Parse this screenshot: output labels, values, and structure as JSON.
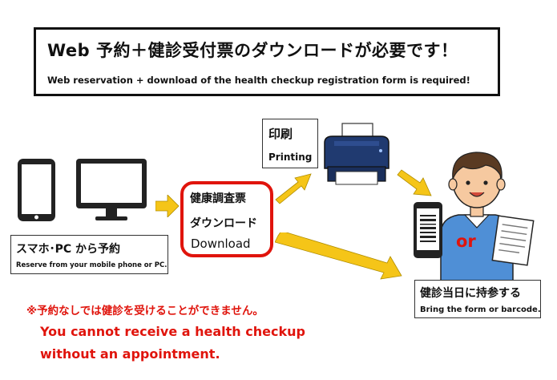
{
  "title": {
    "jp": "Web 予約＋健診受付票のダウンロードが必要です！",
    "en": "Web reservation + download of the health checkup registration form is required!"
  },
  "steps": {
    "reserve": {
      "jp": "スマホ･PC から予約",
      "en": "Reserve from your mobile phone or PC."
    },
    "download": {
      "line1": "健康調査票",
      "line2": "ダウンロード",
      "line3": "Download"
    },
    "print": {
      "jp": "印刷",
      "en": "Printing"
    },
    "bring": {
      "jp": "健診当日に持参する",
      "en": "Bring the form or barcode."
    }
  },
  "or_label": "or",
  "notice": {
    "jp": "※予約なしでは健診を受けることができません。",
    "en_line1": "You cannot receive a health checkup",
    "en_line2": "without an appointment."
  },
  "colors": {
    "arrow": "#f5c518",
    "alert_red": "#e0140c",
    "phone_dark": "#222222",
    "printer_blue": "#203a70",
    "shirt_blue": "#4f8fd6"
  }
}
